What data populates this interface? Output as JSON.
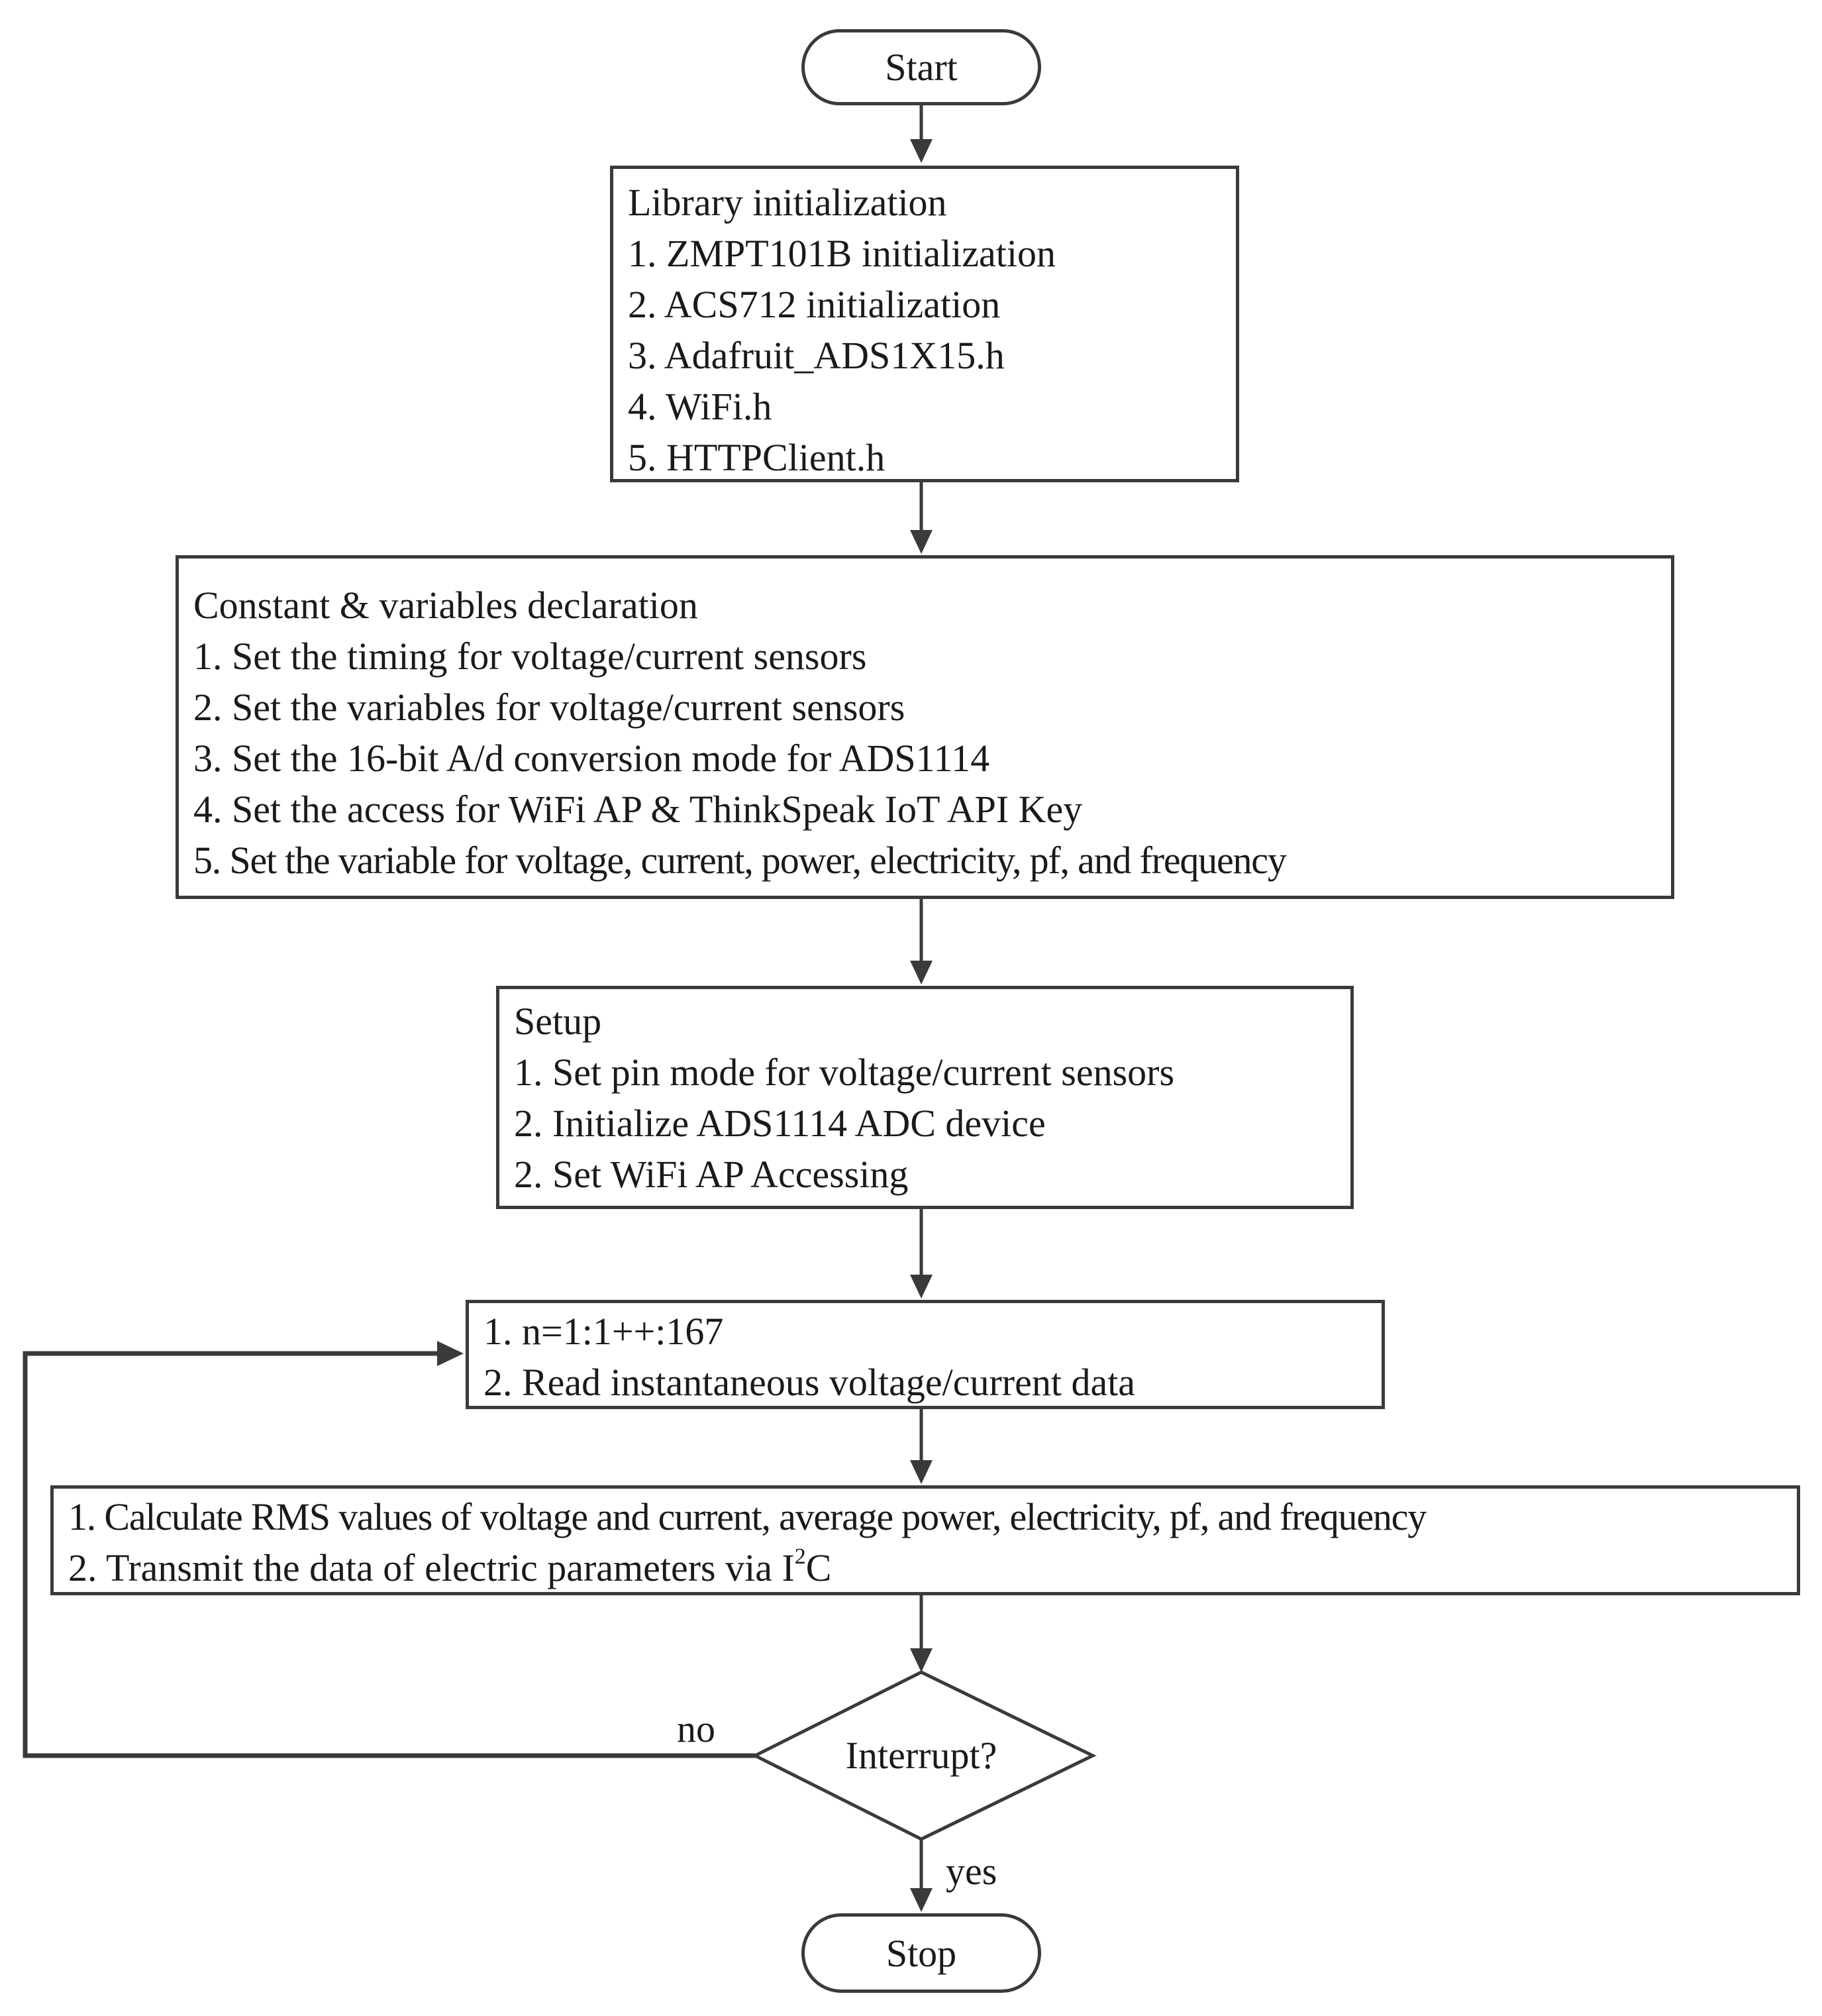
{
  "flowchart": {
    "start": "Start",
    "stop": "Stop",
    "library": {
      "title": "Library initialization",
      "items": [
        "1. ZMPT101B initialization",
        "2. ACS712 initialization",
        "3. Adafruit_ADS1X15.h",
        "4. WiFi.h",
        "5. HTTPClient.h"
      ]
    },
    "declaration": {
      "title": "Constant & variables declaration",
      "items": [
        "1. Set the timing for voltage/current sensors",
        "2. Set the variables for voltage/current sensors",
        "3. Set the 16-bit A/d conversion mode for ADS1114",
        "4. Set the access for WiFi AP & ThinkSpeak IoT API Key",
        "5. Set the variable for voltage, current, power, electricity, pf, and frequency"
      ]
    },
    "setup": {
      "title": "Setup",
      "items": [
        "1. Set pin mode for voltage/current sensors",
        "2. Initialize ADS1114 ADC device",
        "2. Set WiFi AP Accessing"
      ]
    },
    "loop": {
      "items": [
        "1.  n=1:1++:167",
        "2. Read instantaneous voltage/current data"
      ]
    },
    "calculate": {
      "items": [
        "1. Calculate RMS values of voltage and current, average power, electricity, pf, and frequency"
      ],
      "transmit_prefix": "2. Transmit the data of electric parameters via I",
      "transmit_superscript": "2",
      "transmit_suffix": "C"
    },
    "decision": {
      "label": "Interrupt?",
      "no_label": "no",
      "yes_label": "yes"
    }
  }
}
